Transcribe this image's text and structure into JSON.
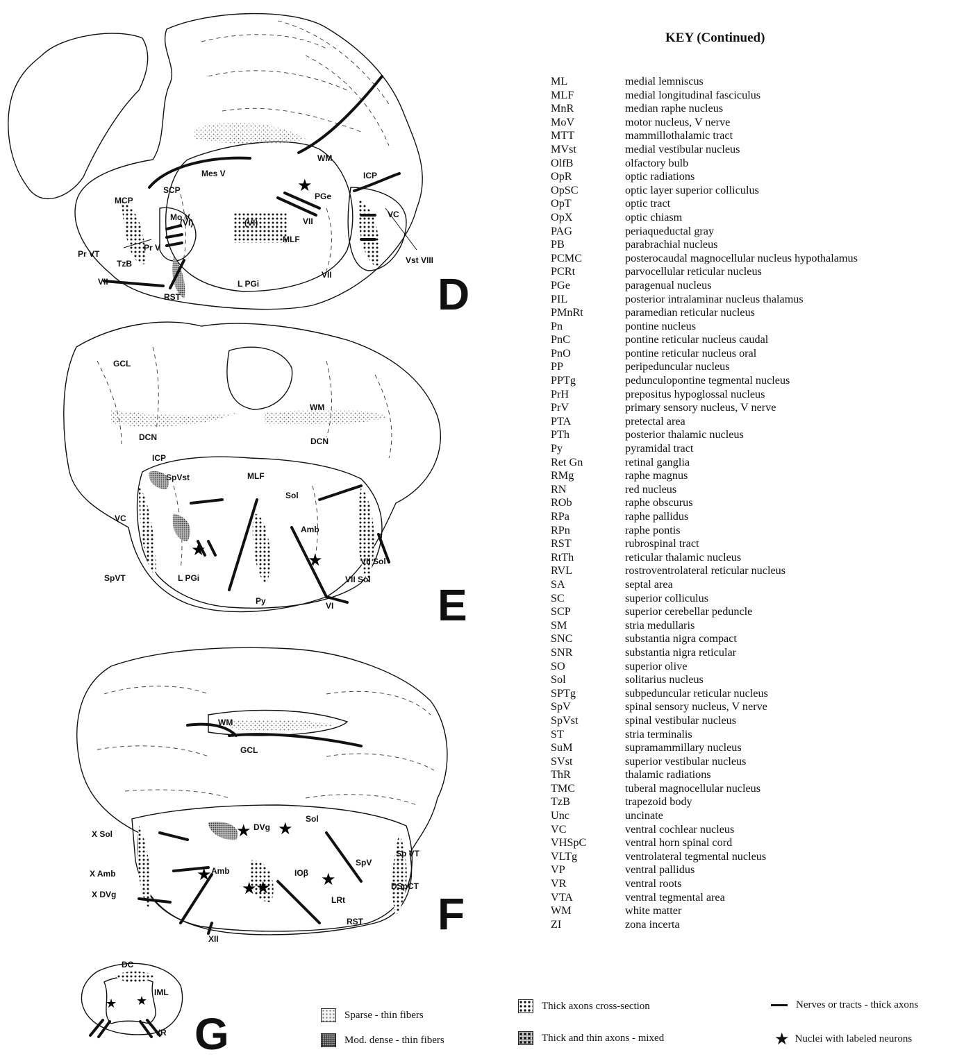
{
  "key": {
    "title": "KEY (Continued)",
    "entries": [
      {
        "abbr": "ML",
        "name": "medial lemniscus"
      },
      {
        "abbr": "MLF",
        "name": "medial longitudinal fasciculus"
      },
      {
        "abbr": "MnR",
        "name": "median raphe nucleus"
      },
      {
        "abbr": "MoV",
        "name": "motor nucleus, V nerve"
      },
      {
        "abbr": "MTT",
        "name": "mammillothalamic tract"
      },
      {
        "abbr": "MVst",
        "name": "medial vestibular nucleus"
      },
      {
        "abbr": "OlfB",
        "name": "olfactory bulb"
      },
      {
        "abbr": "OpR",
        "name": "optic radiations"
      },
      {
        "abbr": "OpSC",
        "name": "optic layer superior colliculus"
      },
      {
        "abbr": "OpT",
        "name": "optic tract"
      },
      {
        "abbr": "OpX",
        "name": "optic chiasm"
      },
      {
        "abbr": "PAG",
        "name": "periaqueductal gray"
      },
      {
        "abbr": "PB",
        "name": "parabrachial nucleus"
      },
      {
        "abbr": "PCMC",
        "name": "posterocaudal magnocellular nucleus hypothalamus"
      },
      {
        "abbr": "PCRt",
        "name": "parvocellular reticular nucleus"
      },
      {
        "abbr": "PGe",
        "name": "paragenual nucleus"
      },
      {
        "abbr": "PIL",
        "name": "posterior intralaminar nucleus thalamus"
      },
      {
        "abbr": "PMnRt",
        "name": "paramedian reticular nucleus"
      },
      {
        "abbr": "Pn",
        "name": "pontine nucleus"
      },
      {
        "abbr": "PnC",
        "name": "pontine reticular nucleus caudal"
      },
      {
        "abbr": "PnO",
        "name": "pontine reticular nucleus oral"
      },
      {
        "abbr": "PP",
        "name": "peripeduncular nucleus"
      },
      {
        "abbr": "PPTg",
        "name": "pedunculopontine tegmental nucleus"
      },
      {
        "abbr": "PrH",
        "name": "prepositus hypoglossal nucleus"
      },
      {
        "abbr": "PrV",
        "name": "primary sensory nucleus, V nerve"
      },
      {
        "abbr": "PTA",
        "name": "pretectal area"
      },
      {
        "abbr": "PTh",
        "name": "posterior thalamic nucleus"
      },
      {
        "abbr": "Py",
        "name": "pyramidal tract"
      },
      {
        "abbr": "Ret Gn",
        "name": "retinal ganglia"
      },
      {
        "abbr": "RMg",
        "name": "raphe magnus"
      },
      {
        "abbr": "RN",
        "name": "red nucleus"
      },
      {
        "abbr": "ROb",
        "name": "raphe obscurus"
      },
      {
        "abbr": "RPa",
        "name": "raphe pallidus"
      },
      {
        "abbr": "RPn",
        "name": "raphe pontis"
      },
      {
        "abbr": "RST",
        "name": "rubrospinal tract"
      },
      {
        "abbr": "RtTh",
        "name": "reticular thalamic nucleus"
      },
      {
        "abbr": "RVL",
        "name": "rostroventrolateral reticular nucleus"
      },
      {
        "abbr": "SA",
        "name": "septal area"
      },
      {
        "abbr": "SC",
        "name": "superior colliculus"
      },
      {
        "abbr": "SCP",
        "name": "superior cerebellar peduncle"
      },
      {
        "abbr": "SM",
        "name": "stria medullaris"
      },
      {
        "abbr": "SNC",
        "name": "substantia nigra compact"
      },
      {
        "abbr": "SNR",
        "name": "substantia nigra reticular"
      },
      {
        "abbr": "SO",
        "name": "superior olive"
      },
      {
        "abbr": "Sol",
        "name": "solitarius nucleus"
      },
      {
        "abbr": "SPTg",
        "name": "subpeduncular reticular nucleus"
      },
      {
        "abbr": "SpV",
        "name": "spinal sensory nucleus, V nerve"
      },
      {
        "abbr": "SpVst",
        "name": "spinal vestibular nucleus"
      },
      {
        "abbr": "ST",
        "name": "stria terminalis"
      },
      {
        "abbr": "SuM",
        "name": "supramammillary nucleus"
      },
      {
        "abbr": "SVst",
        "name": "superior vestibular nucleus"
      },
      {
        "abbr": "ThR",
        "name": "thalamic radiations"
      },
      {
        "abbr": "TMC",
        "name": "tuberal magnocellular nucleus"
      },
      {
        "abbr": "TzB",
        "name": "trapezoid body"
      },
      {
        "abbr": "Unc",
        "name": "uncinate"
      },
      {
        "abbr": "VC",
        "name": "ventral cochlear nucleus"
      },
      {
        "abbr": "VHSpC",
        "name": "ventral horn spinal cord"
      },
      {
        "abbr": "VLTg",
        "name": "ventrolateral tegmental nucleus"
      },
      {
        "abbr": "VP",
        "name": "ventral pallidus"
      },
      {
        "abbr": "VR",
        "name": "ventral roots"
      },
      {
        "abbr": "VTA",
        "name": "ventral tegmental area"
      },
      {
        "abbr": "WM",
        "name": "white matter"
      },
      {
        "abbr": "ZI",
        "name": "zona incerta"
      }
    ]
  },
  "panels": {
    "D": {
      "letter": "D",
      "labels": [
        "WM",
        "ICP",
        "SCP",
        "Mes V",
        "PGe",
        "MCP",
        "VC",
        "(VI)",
        "(VI)",
        "VII",
        "Mo V",
        "MLF",
        "Pr VT",
        "Pr V",
        "Vst VIII",
        "TzB",
        "VII",
        "L PGi",
        "VII",
        "RST"
      ]
    },
    "E": {
      "letter": "E",
      "labels": [
        "GCL",
        "WM",
        "DCN",
        "DCN",
        "ICP",
        "SpVst",
        "MLF",
        "Sol",
        "VC",
        "Amb",
        "VII Sol",
        "SpVT",
        "L PGi",
        "VII Sol",
        "Py",
        "VI"
      ]
    },
    "F": {
      "letter": "F",
      "labels": [
        "WM",
        "GCL",
        "X Sol",
        "DVg",
        "Sol",
        "Sp VT",
        "SpV",
        "X Amb",
        "Amb",
        "IOβ",
        "LRt",
        "DSpCT",
        "X DVg",
        "RST",
        "XII"
      ]
    },
    "G": {
      "letter": "G",
      "labels": [
        "DC",
        "IML",
        "VR"
      ]
    }
  },
  "legend": {
    "sparse": "Sparse - thin fibers",
    "mod_dense": "Mod. dense - thin fibers",
    "thick_cross": "Thick axons cross-section",
    "thick_thin_mixed": "Thick and thin axons - mixed",
    "nerves": "Nerves or tracts - thick axons",
    "nuclei": "Nuclei with labeled neurons"
  },
  "colors": {
    "ink": "#111111",
    "paper": "#ffffff",
    "stipple": "#bbbbbb"
  }
}
